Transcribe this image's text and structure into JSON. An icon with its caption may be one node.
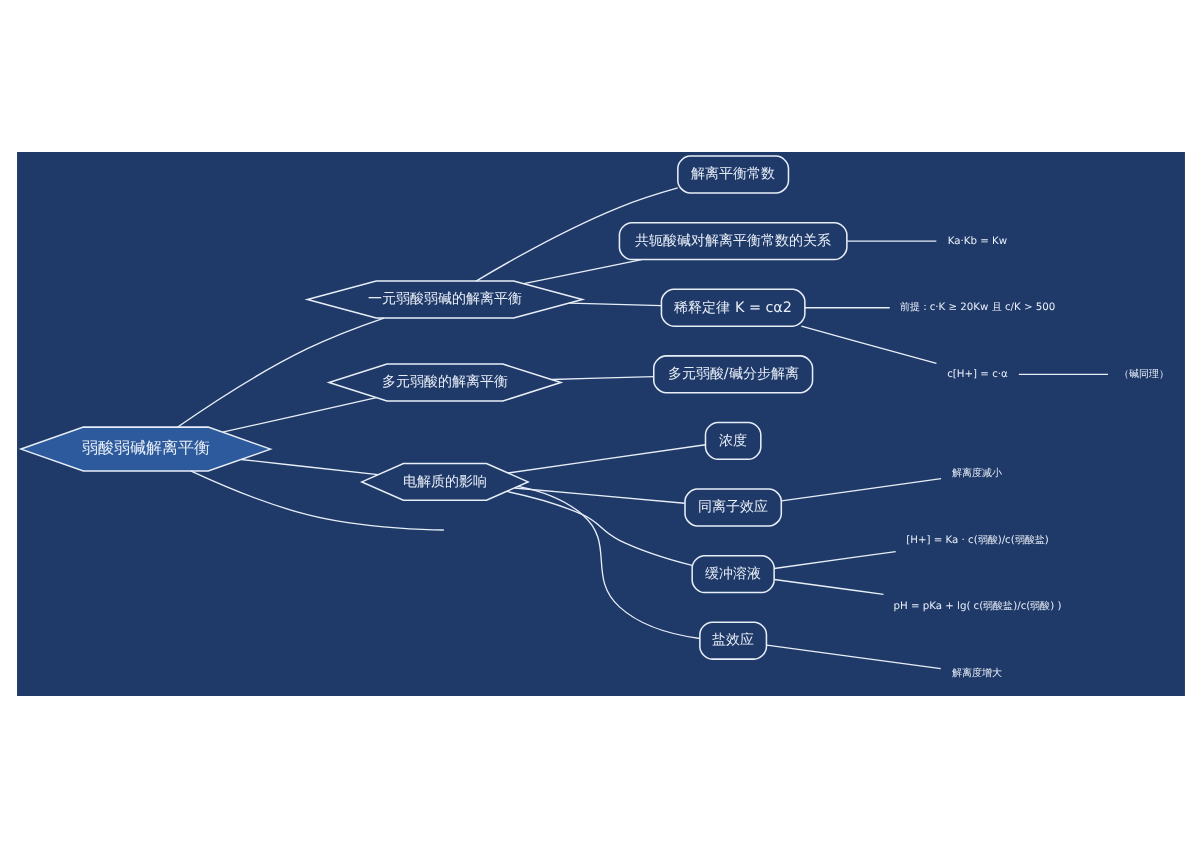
{
  "diagram": {
    "nodes": [
      {
        "text": [
          "弱酸弱碱解离平衡"
        ]
      },
      {
        "text": [
          "一元弱酸弱碱的解离平衡"
        ]
      },
      {
        "text": [
          "解离平衡常数"
        ]
      },
      {
        "text": [
          "共轭酸碱对解离平衡常数的关系"
        ]
      },
      {
        "text": [
          "Ka·Kb = Kw"
        ]
      },
      {
        "text": [
          "稀释定律 K = cα2"
        ]
      },
      {
        "text": [
          "前提：c·K ≥ 20Kw 且 c/K > 500"
        ]
      },
      {
        "text": [
          "c[H+] = c·α"
        ]
      },
      {
        "text": [
          "（碱同理）"
        ]
      },
      {
        "text": [
          "多元弱酸的解离平衡"
        ]
      },
      {
        "text": [
          "多元弱酸/碱分步解离"
        ]
      },
      {
        "text": [
          "电解质的影响"
        ]
      },
      {
        "text": [
          "浓度"
        ]
      },
      {
        "text": [
          "同离子效应"
        ]
      },
      {
        "text": [
          "解离度减小"
        ]
      },
      {
        "text": [
          "缓冲溶液"
        ]
      },
      {
        "text": [
          "[H+] = Ka · c(弱酸)/c(弱酸盐)"
        ]
      },
      {
        "text": [
          "pH = pKa + lg( c(弱酸盐)/c(弱酸) )"
        ]
      },
      {
        "text": [
          "盐效应"
        ]
      },
      {
        "text": [
          "解离度增大"
        ]
      }
    ],
    "edges": [
      {
        "from": 0,
        "to": 1,
        "arrow": "none"
      },
      {
        "from": 0,
        "to": 9,
        "arrow": "none"
      },
      {
        "from": 0,
        "to": 11,
        "arrow": "none"
      },
      {
        "from": 0,
        "to": null,
        "arrow": "none"
      },
      {
        "from": 1,
        "to": 2,
        "arrow": "none"
      },
      {
        "from": 1,
        "to": 3,
        "arrow": "none"
      },
      {
        "from": 1,
        "to": 5,
        "arrow": "none"
      },
      {
        "from": 3,
        "to": 4,
        "arrow": "none"
      },
      {
        "from": 5,
        "to": 6,
        "arrow": "none"
      },
      {
        "from": 5,
        "to": 7,
        "arrow": "none"
      },
      {
        "from": 7,
        "to": 8,
        "arrow": "none"
      },
      {
        "from": 9,
        "to": 10,
        "arrow": "none"
      },
      {
        "from": 11,
        "to": 12,
        "arrow": "none"
      },
      {
        "from": 11,
        "to": 13,
        "arrow": "none"
      },
      {
        "from": 11,
        "to": 15,
        "arrow": "none"
      },
      {
        "from": 11,
        "to": 18,
        "arrow": "none"
      },
      {
        "from": 13,
        "to": 14,
        "arrow": "none"
      },
      {
        "from": 15,
        "to": 16,
        "arrow": "none"
      },
      {
        "from": 15,
        "to": 17,
        "arrow": "none"
      },
      {
        "from": 18,
        "to": 19,
        "arrow": "none"
      }
    ]
  }
}
